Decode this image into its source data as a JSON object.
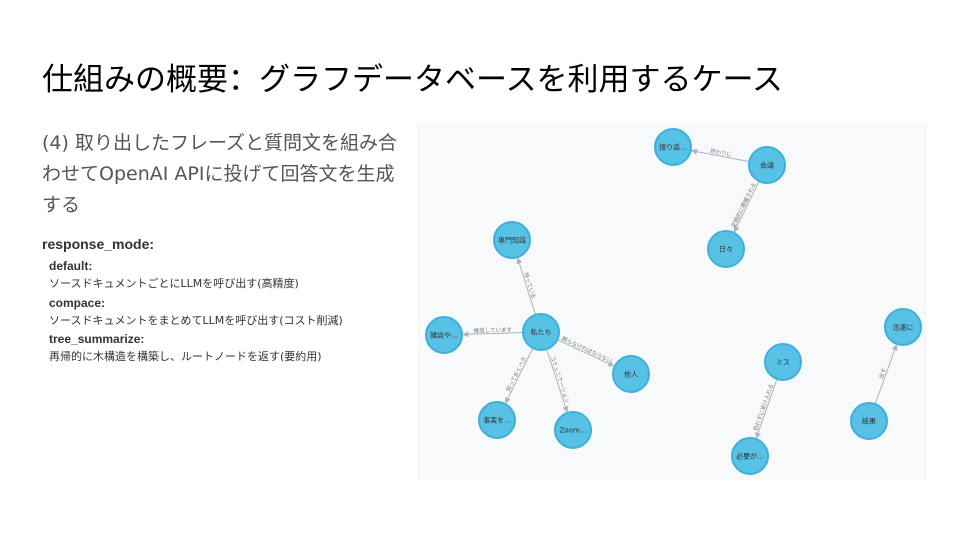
{
  "slide": {
    "title": "仕組みの概要：グラフデータベースを利用するケース",
    "intro_text": "(4) 取り出したフレーズと質問文を組み合わせてOpenAI APIに投げて回答文を生成する",
    "response_mode_heading": "response_mode:",
    "modes": [
      {
        "name": "default:",
        "description": "ソースドキュメントごとにLLMを呼び出す(高精度)"
      },
      {
        "name": "compace:",
        "description": "ソースドキュメントをまとめてLLMを呼び出す(コスト削減)"
      },
      {
        "name": "tree_summarize:",
        "description": "再帰的に木構造を構築し、ルートノードを返す(要約用)"
      }
    ]
  },
  "graph": {
    "node_color": "#57c1e6",
    "nodes": [
      {
        "id": "furikaeri",
        "label": "振り返..."
      },
      {
        "id": "kaigi",
        "label": "会議"
      },
      {
        "id": "hibi",
        "label": "日々"
      },
      {
        "id": "senmon",
        "label": "専門知識"
      },
      {
        "id": "watashitachi",
        "label": "私たち"
      },
      {
        "id": "kaiwa",
        "label": "雑談や..."
      },
      {
        "id": "tanin",
        "label": "他人"
      },
      {
        "id": "jijitsu",
        "label": "事実を..."
      },
      {
        "id": "zoom",
        "label": "Zoom..."
      },
      {
        "id": "misu",
        "label": "ミス"
      },
      {
        "id": "hitsuyou",
        "label": "必要が..."
      },
      {
        "id": "jinsoku",
        "label": "迅速に"
      },
      {
        "id": "kekka",
        "label": "結果"
      }
    ],
    "edges": [
      {
        "from": "kaigi",
        "to": "furikaeri",
        "label": "終わりに"
      },
      {
        "from": "kaigi",
        "to": "hibi",
        "label": "定期的に開催される"
      },
      {
        "from": "watashitachi",
        "to": "senmon",
        "label": "持っている"
      },
      {
        "from": "watashitachi",
        "to": "kaiwa",
        "label": "推奨しています"
      },
      {
        "from": "watashitachi",
        "to": "tanin",
        "label": "頼らなければならない"
      },
      {
        "from": "watashitachi",
        "to": "jijitsu",
        "label": "知っておくべき"
      },
      {
        "from": "watashitachi",
        "to": "zoom",
        "label": "コミュニケーション"
      },
      {
        "from": "misu",
        "to": "hitsuyou",
        "label": "恐れずに受け入れる"
      },
      {
        "from": "kekka",
        "to": "jinsoku",
        "label": "出す"
      }
    ]
  }
}
